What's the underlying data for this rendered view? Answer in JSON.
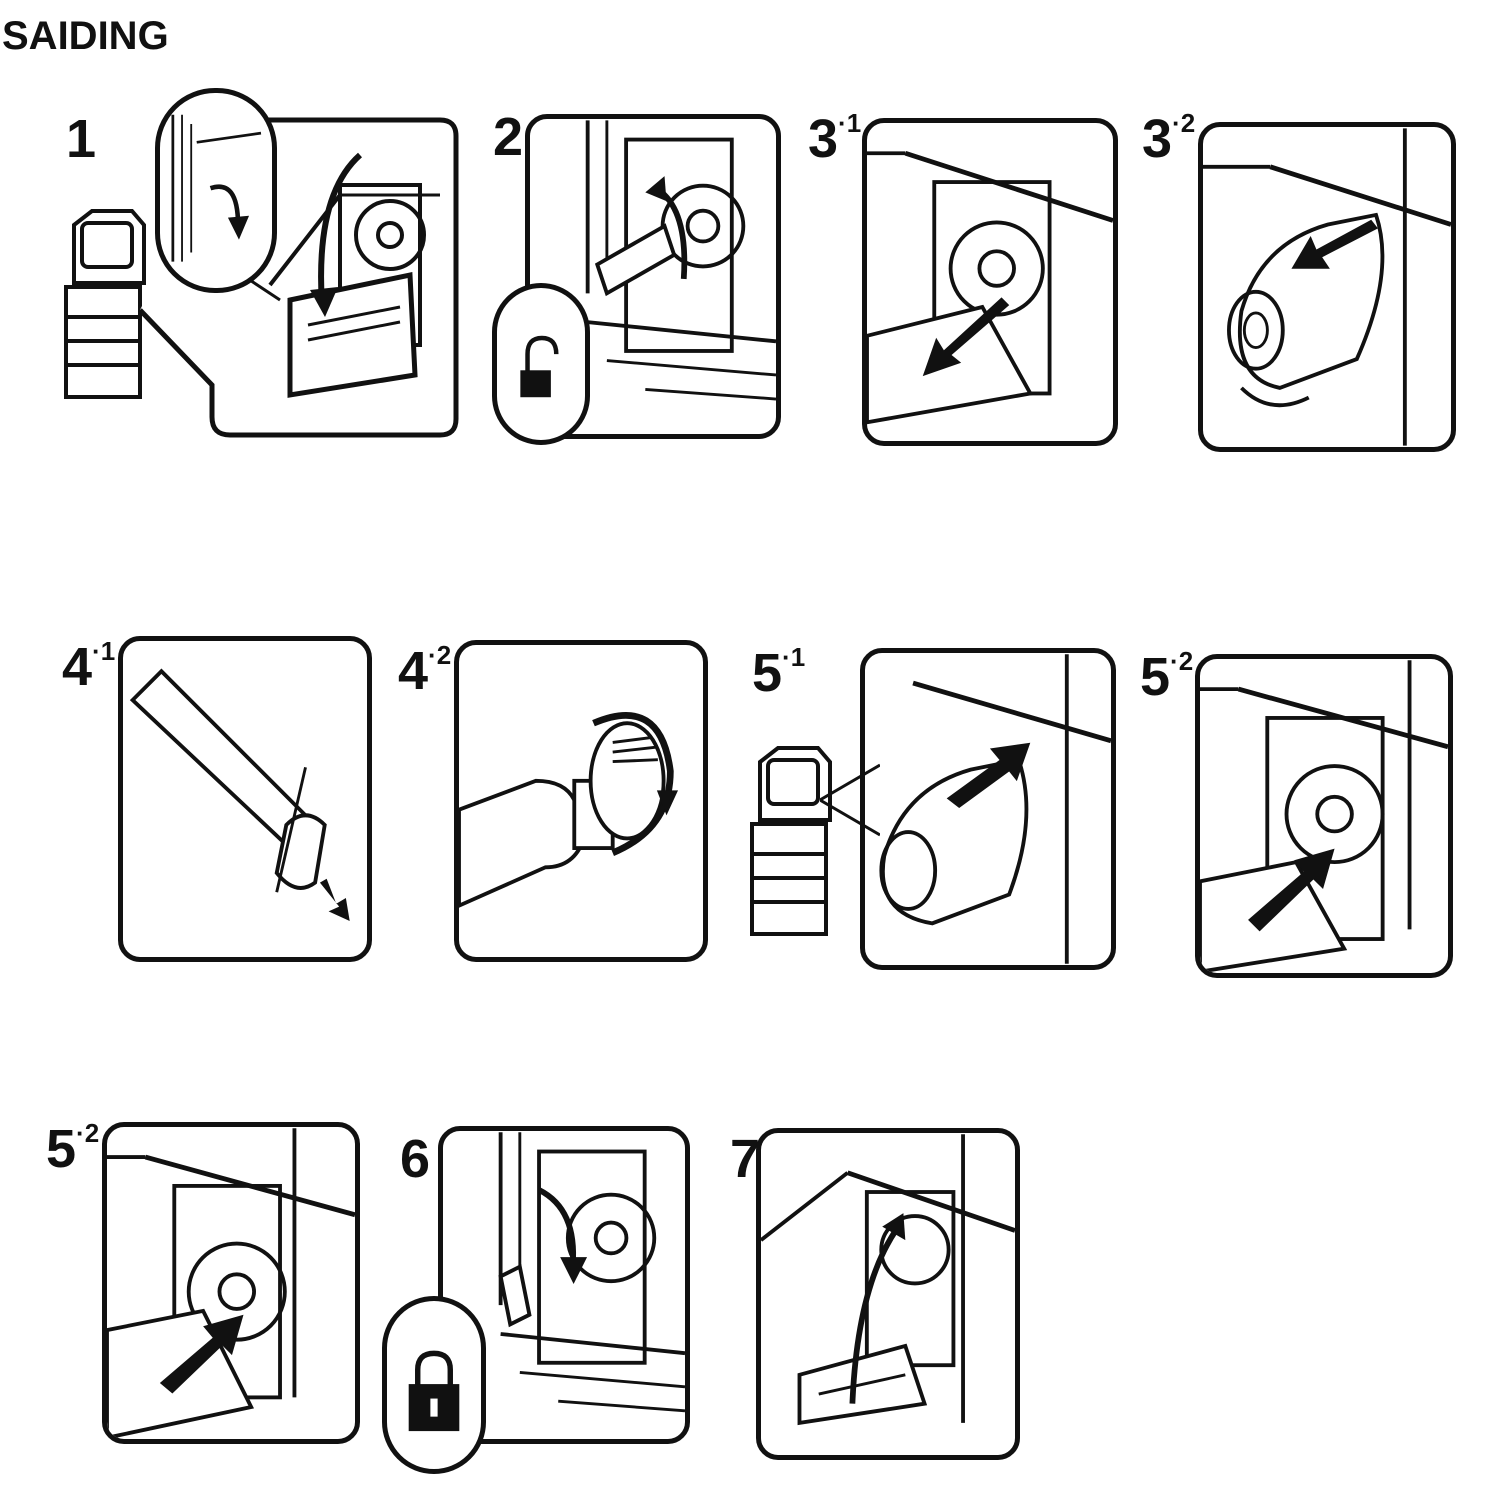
{
  "brand": {
    "name": "SAIDING"
  },
  "steps": [
    {
      "label": "1",
      "sub": "",
      "action": "open-front-cover"
    },
    {
      "label": "2",
      "sub": "",
      "action": "unlock-lever"
    },
    {
      "label": "3",
      "sub": "·1",
      "action": "pull-out-lever"
    },
    {
      "label": "3",
      "sub": "·2",
      "action": "remove-toner-bottle"
    },
    {
      "label": "4",
      "sub": "·1",
      "action": "shake-new-bottle"
    },
    {
      "label": "4",
      "sub": "·2",
      "action": "remove-cap"
    },
    {
      "label": "5",
      "sub": "·1",
      "action": "insert-bottle"
    },
    {
      "label": "5",
      "sub": "·2",
      "action": "push-in-bottle"
    },
    {
      "label": "5",
      "sub": "·2",
      "action": "push-in-holder"
    },
    {
      "label": "6",
      "sub": "",
      "action": "lock-lever"
    },
    {
      "label": "7",
      "sub": "",
      "action": "close-front-cover"
    }
  ],
  "icons": {
    "unlocked": "padlock-open-icon",
    "locked": "padlock-closed-icon"
  },
  "colors": {
    "ink": "#111111",
    "paper": "#ffffff"
  }
}
